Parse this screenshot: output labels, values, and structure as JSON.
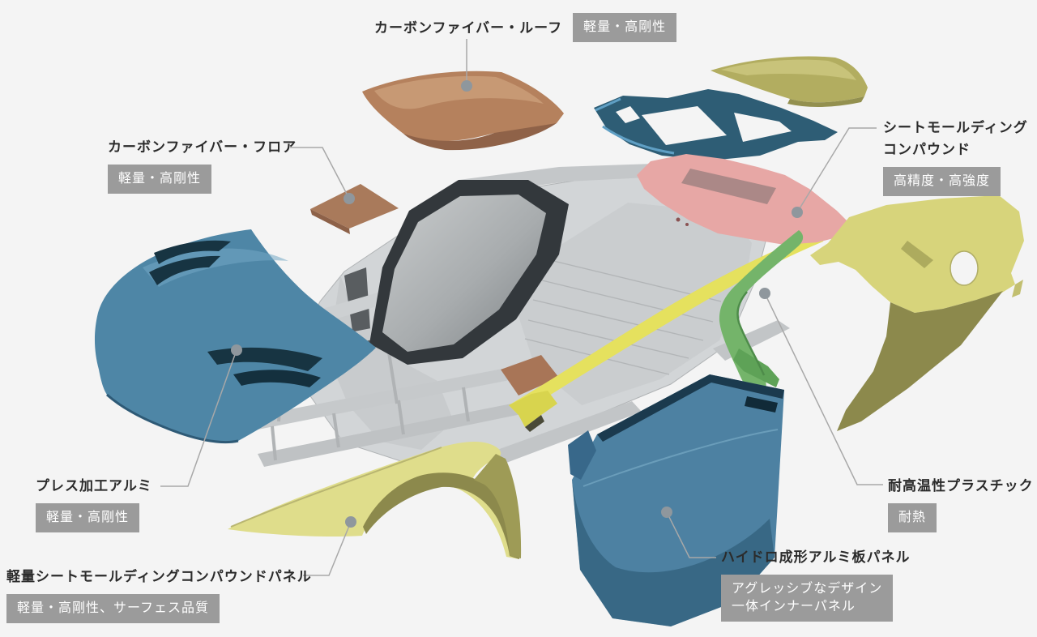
{
  "labels": {
    "roof": {
      "title": "カーボンファイバー・ルーフ",
      "badge": "軽量・高剛性"
    },
    "floor": {
      "title": "カーボンファイバー・フロア",
      "badge": "軽量・高剛性"
    },
    "smc": {
      "title_line1": "シートモールディング",
      "title_line2": "コンパウンド",
      "badge": "高精度・高強度"
    },
    "pressed": {
      "title": "プレス加工アルミ",
      "badge": "軽量・高剛性"
    },
    "panel": {
      "title": "軽量シートモールディングコンパウンドパネル",
      "badge": "軽量・高剛性、サーフェス品質"
    },
    "hydro": {
      "title": "ハイドロ成形アルミ板パネル",
      "badge_line1": "アグレッシブなデザイン",
      "badge_line2": "一体インナーパネル"
    },
    "heat": {
      "title": "耐高温性プラスチック",
      "badge": "耐熱"
    }
  },
  "colors": {
    "background": "#f4f4f4",
    "label_text": "#2b2b2b",
    "badge_bg": "#9b9b9b",
    "badge_text": "#ffffff",
    "leader_line": "#a8a8a8",
    "leader_dot": "#8f979d",
    "chassis": "#d2d5d7",
    "windshield": "#33383c",
    "hood": "#4e86a6",
    "door": "#4d81a2",
    "roof_panel": "#b5815d",
    "floor_panel": "#a97a5b",
    "deck_lid": "#b2ad60",
    "rear_frame": "#2e5d75",
    "smc_bulkhead": "#e7a7a5",
    "side_sill": "#e5e15e",
    "pillar": "#74b46a",
    "quarter_panel": "#d7d47b",
    "quarter_panel_shadow": "#8c894c",
    "fender": "#dfdd8b"
  }
}
